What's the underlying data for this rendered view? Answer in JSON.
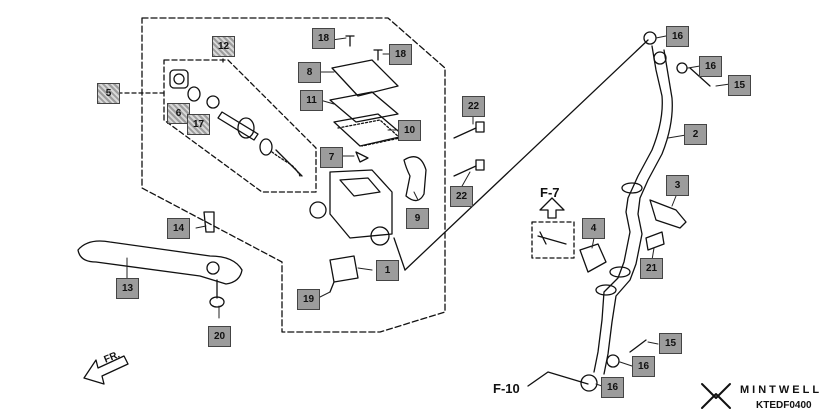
{
  "diagram": {
    "callouts": {
      "c1": "1",
      "c2": "2",
      "c3": "3",
      "c4": "4",
      "c5": "5",
      "c6": "6",
      "c7": "7",
      "c8": "8",
      "c9": "9",
      "c10": "10",
      "c11": "11",
      "c12": "12",
      "c13": "13",
      "c14": "14",
      "c15a": "15",
      "c15b": "15",
      "c16a": "16",
      "c16b": "16",
      "c16c": "16",
      "c16d": "16",
      "c17": "17",
      "c18a": "18",
      "c18b": "18",
      "c19": "19",
      "c20": "20",
      "c21": "21",
      "c22a": "22",
      "c22b": "22"
    },
    "references": {
      "f7": "F-7",
      "f10": "F-10"
    },
    "direction_label": "FR.",
    "brand": "MINTWELL",
    "diagram_code": "KTEDF0400"
  }
}
